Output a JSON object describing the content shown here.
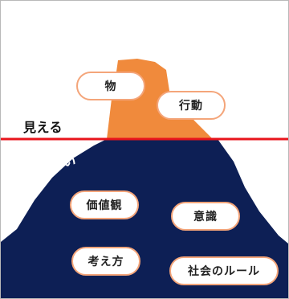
{
  "labels": {
    "visible": "見える",
    "invisible": "見えない"
  },
  "above_items": [
    "物",
    "行動"
  ],
  "below_items": [
    "価値観",
    "意識",
    "考え方",
    "社会のルール"
  ],
  "colors": {
    "above_fill": "#f08a3c",
    "below_fill": "#0d1f55",
    "water_line": "#e8141c",
    "pill_border": "#f4a57a",
    "visible_text": "#111111",
    "invisible_text": "#ffffff"
  }
}
